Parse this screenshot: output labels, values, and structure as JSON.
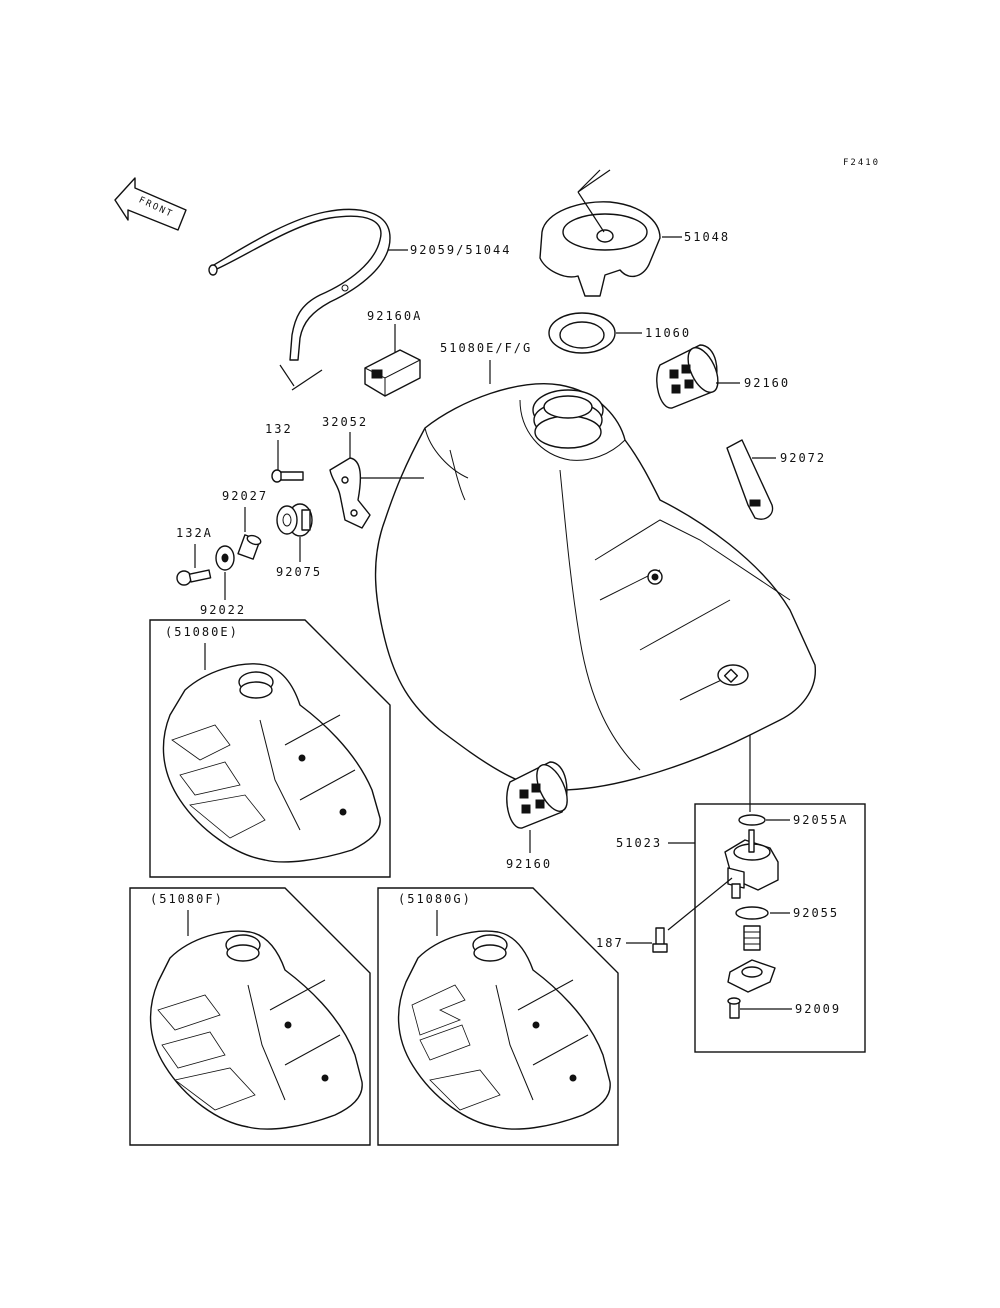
{
  "figure_code": "F2410",
  "front_arrow_label": "FRONT",
  "callouts": {
    "fuel_line": "92059/51044",
    "cap": "51048",
    "gasket": "11060",
    "bracket_rubber": "92160A",
    "tank": "51080E/F/G",
    "damper_top": "92160",
    "strap": "92072",
    "bolt_132": "132",
    "stay": "32052",
    "collar": "92027",
    "bolt_132a": "132A",
    "damper_grommet": "92075",
    "washer": "92022",
    "damper_bottom": "92160",
    "cock_assy": "51023",
    "oring_a": "92055A",
    "oring": "92055",
    "bolt_187": "187",
    "screw": "92009"
  },
  "variants": {
    "e": "(51080E)",
    "f": "(51080F)",
    "g": "(51080G)"
  }
}
